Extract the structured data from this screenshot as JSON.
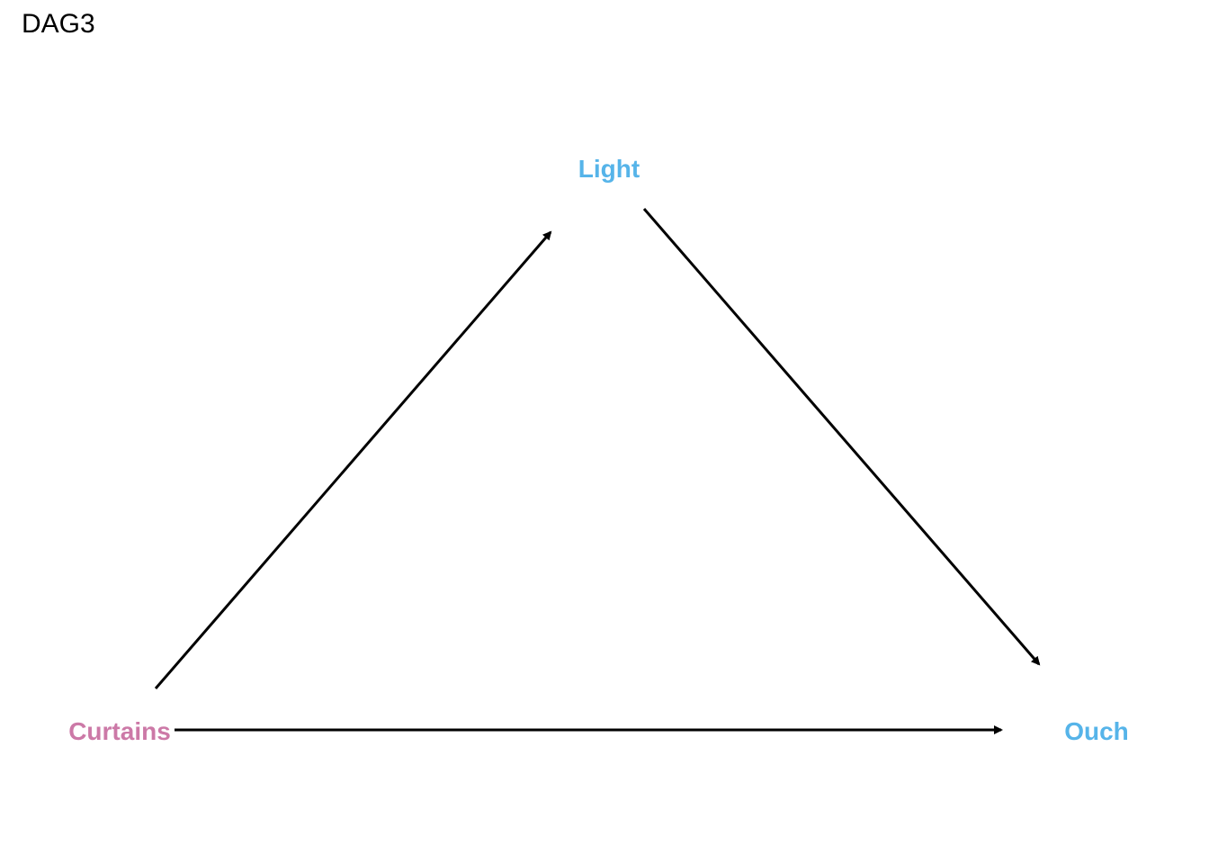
{
  "title": "DAG3",
  "nodes": [
    {
      "id": "light",
      "label": "Light",
      "color": "#56B4E9"
    },
    {
      "id": "curtains",
      "label": "Curtains",
      "color": "#CC79A7"
    },
    {
      "id": "ouch",
      "label": "Ouch",
      "color": "#56B4E9"
    }
  ],
  "edges": [
    {
      "from": "Curtains",
      "to": "Light"
    },
    {
      "from": "Light",
      "to": "Ouch"
    },
    {
      "from": "Curtains",
      "to": "Ouch"
    }
  ],
  "edge_color": "#000000"
}
